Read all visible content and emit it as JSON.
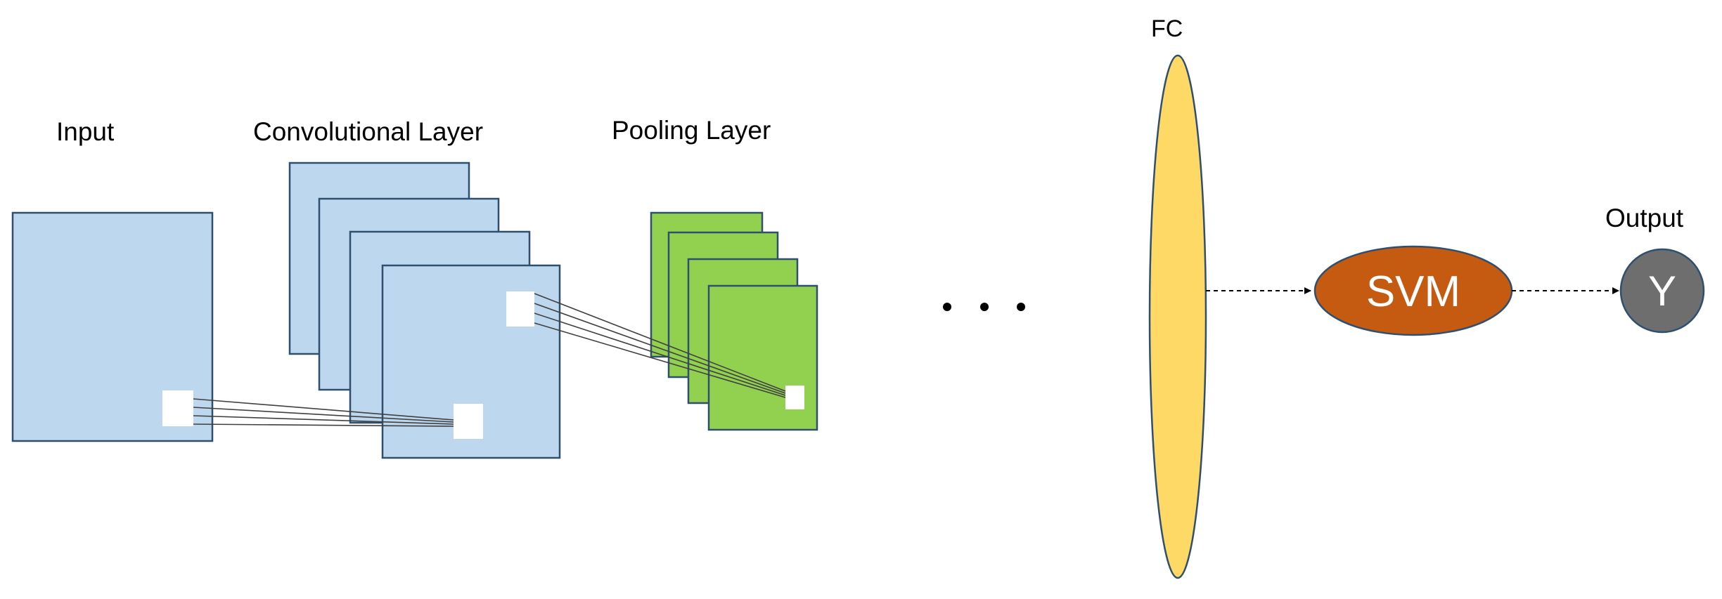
{
  "labels": {
    "input": "Input",
    "conv": "Convolutional Layer",
    "pool": "Pooling Layer",
    "fc": "FC",
    "svm": "SVM",
    "output": "Output",
    "y": "Y"
  },
  "colors": {
    "conv_fill": "#bdd7ee",
    "pool_fill": "#92d050",
    "fc_fill": "#ffd966",
    "svm_fill": "#c55a11",
    "output_fill": "#6e6e6e",
    "outline": "#2f4f6f"
  }
}
